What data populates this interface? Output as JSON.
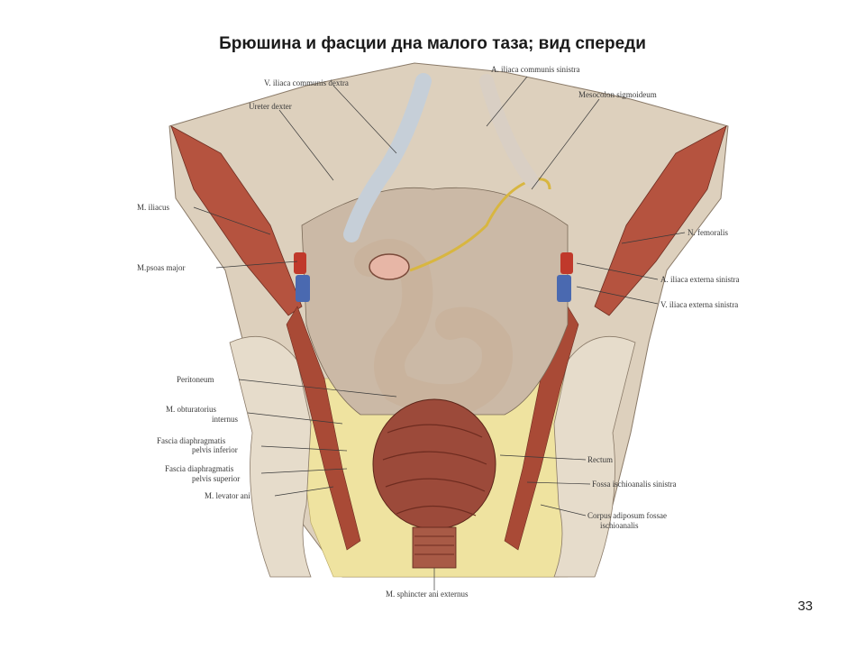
{
  "title": "Брюшина и фасции дна малого таза; вид спереди",
  "page_number": "33",
  "labels": {
    "v_iliaca_communis_dextra": "V. iliaca communis dextra",
    "a_iliaca_communis_sinistra": "A. iliaca communis sinistra",
    "ureter_dexter": "Ureter dexter",
    "mesocolon_sigmoideum": "Mesocolon sigmoideum",
    "m_iliacus": "M. iliacus",
    "n_femoralis": "N. femoralis",
    "m_psoas_major": "M.psoas major",
    "a_iliaca_externa_sinistra": "A. iliaca externa sinistra",
    "v_iliaca_externa_sinistra": "V. iliaca externa sinistra",
    "peritoneum": "Peritoneum",
    "m_obturatorius_internus_1": "M. obturatorius",
    "m_obturatorius_internus_2": "internus",
    "fascia_inferior_1": "Fascia diaphragmatis",
    "fascia_inferior_2": "pelvis inferior",
    "fascia_superior_1": "Fascia diaphragmatis",
    "fascia_superior_2": "pelvis superior",
    "m_levator_ani": "M. levator ani",
    "rectum": "Rectum",
    "fossa_ischioanalis_sinistra": "Fossa ischioanalis sinistra",
    "corpus_adiposum_1": "Corpus adiposum fossae",
    "corpus_adiposum_2": "ischioanalis",
    "m_sphincter_ani_externus": "M. sphincter ani externus"
  },
  "colors": {
    "muscle": "#b5533f",
    "fat": "#efe3a0",
    "bone": "#e6dccb",
    "peritoneum": "#cbb9a6",
    "rectum": "#9c4a3a",
    "artery": "#c0392b",
    "vein": "#4a69b0"
  }
}
